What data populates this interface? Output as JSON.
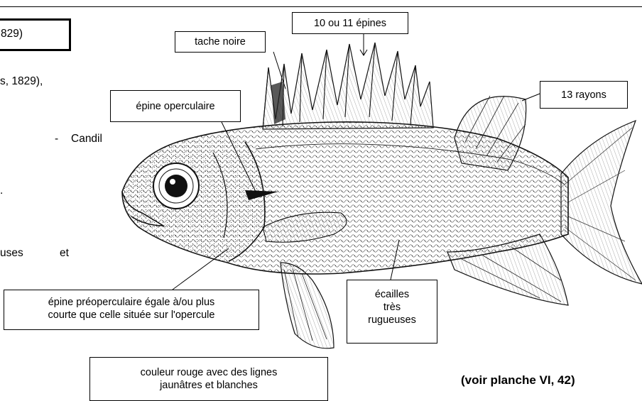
{
  "text": {
    "date_fragment": "829)",
    "line_2": "s, 1829),",
    "line_3a": "-",
    "line_3b": "Candil",
    "line_4": ".",
    "line_5a": "uses",
    "line_5b": "et"
  },
  "labels": {
    "tache_noire": "tache noire",
    "epines": "10 ou 11 épines",
    "rayons": "13 rayons",
    "epine_operculaire": "épine operculaire",
    "preoperculaire_1": "épine préoperculaire égale à/ou plus",
    "preoperculaire_2": "courte que celle située sur l'opercule",
    "ecailles_1": "écailles",
    "ecailles_2": "très",
    "ecailles_3": "rugueuses",
    "couleur_1": "couleur rouge avec des lignes",
    "couleur_2": "jaunâtres et blanches"
  },
  "plate_ref": "(voir planche VI, 42)"
}
